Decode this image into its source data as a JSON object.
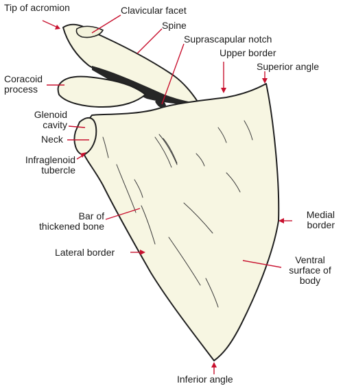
{
  "figure": {
    "labels": {
      "tip_of_acromion": "Tip of acromion",
      "clavicular_facet": "Clavicular facet",
      "spine": "Spine",
      "suprascapular_notch": "Suprascapular notch",
      "upper_border": "Upper border",
      "superior_angle": "Superior angle",
      "coracoid_process": "Coracoid\nprocess",
      "glenoid_cavity": "Glenoid\ncavity",
      "neck": "Neck",
      "infraglenoid_tubercle": "Infraglenoid\ntubercle",
      "bar_of_thickened_bone": "Bar of\nthickened bone",
      "medial_border": "Medial\nborder",
      "lateral_border": "Lateral border",
      "ventral_surface_of_body": "Ventral\nsurface of\nbody",
      "inferior_angle": "Inferior angle"
    },
    "colors": {
      "bone_fill": "#f7f6e2",
      "outline": "#1f1f1f",
      "pointer_lines": "#c8102e",
      "label_text": "#1a1a1a"
    }
  }
}
